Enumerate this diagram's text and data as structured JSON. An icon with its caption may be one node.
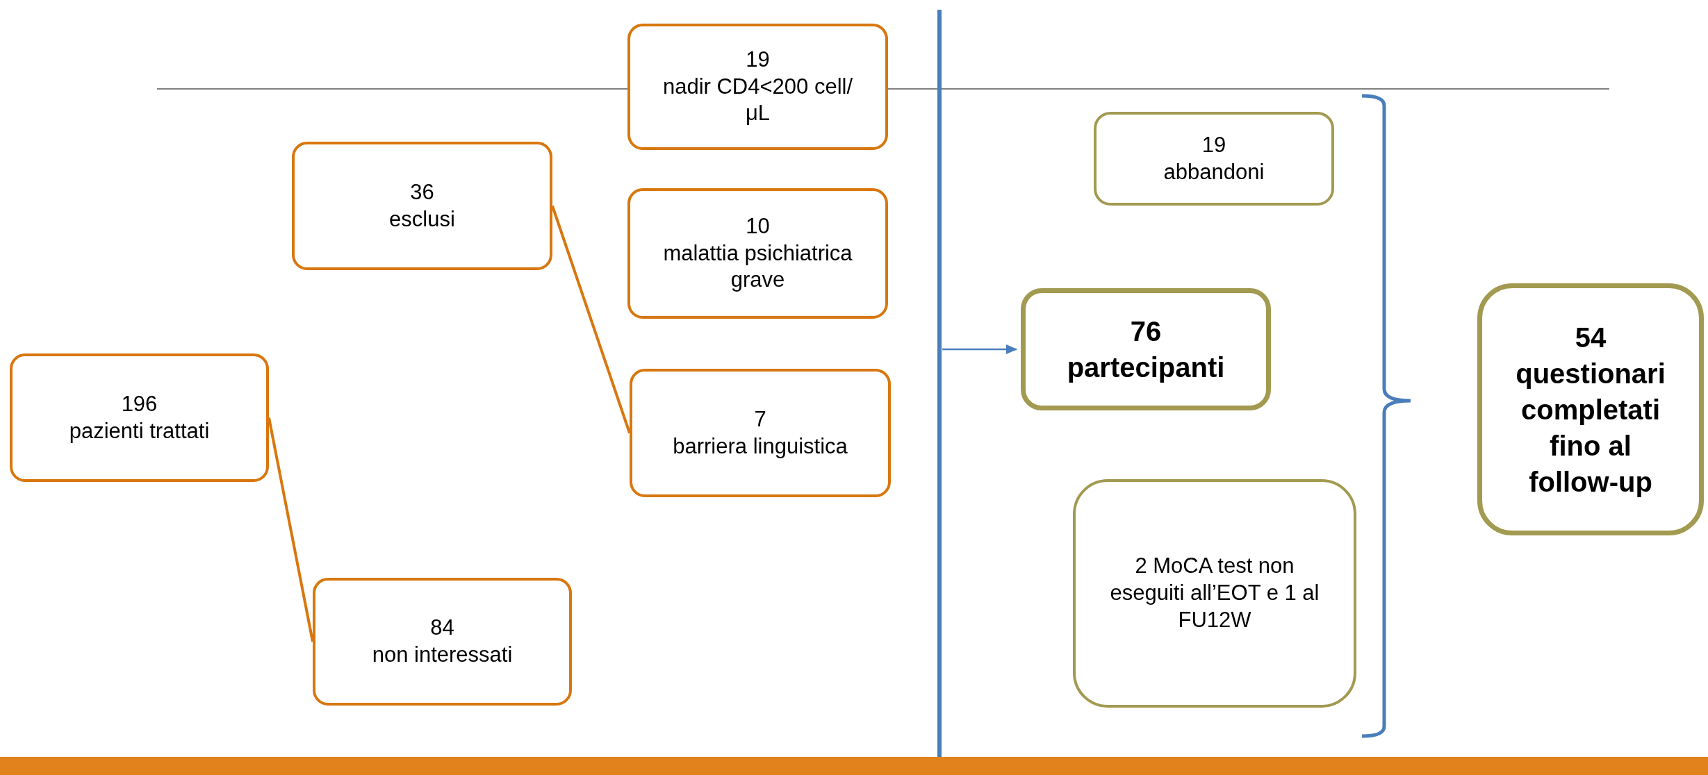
{
  "diagram": {
    "nodes": [
      {
        "text": [
          "196",
          "pazienti trattati"
        ]
      },
      {
        "text": [
          "36",
          "esclusi"
        ]
      },
      {
        "text": [
          "84",
          "non interessati"
        ]
      },
      {
        "text": [
          "19",
          "nadir CD4<200 cell/μL"
        ]
      },
      {
        "text": [
          "10",
          "malattia psichiatrica grave"
        ]
      },
      {
        "text": [
          "7",
          "barriera linguistica"
        ]
      },
      {
        "text": [
          "19",
          "abbandoni"
        ]
      },
      {
        "text": [
          "76",
          "partecipanti"
        ]
      },
      {
        "text": [
          "2 MoCA test non eseguiti all’EOT e 1 al FU12W"
        ]
      },
      {
        "text": [
          "54",
          "questionari completati fino al follow-up"
        ]
      }
    ],
    "edges": [
      {
        "from": 0,
        "to": 2,
        "arrow": "none"
      },
      {
        "from": 1,
        "to": 5,
        "arrow": "none"
      },
      {
        "from": null,
        "to": 7,
        "arrow": "to",
        "color": "#4a7ebb"
      }
    ]
  }
}
